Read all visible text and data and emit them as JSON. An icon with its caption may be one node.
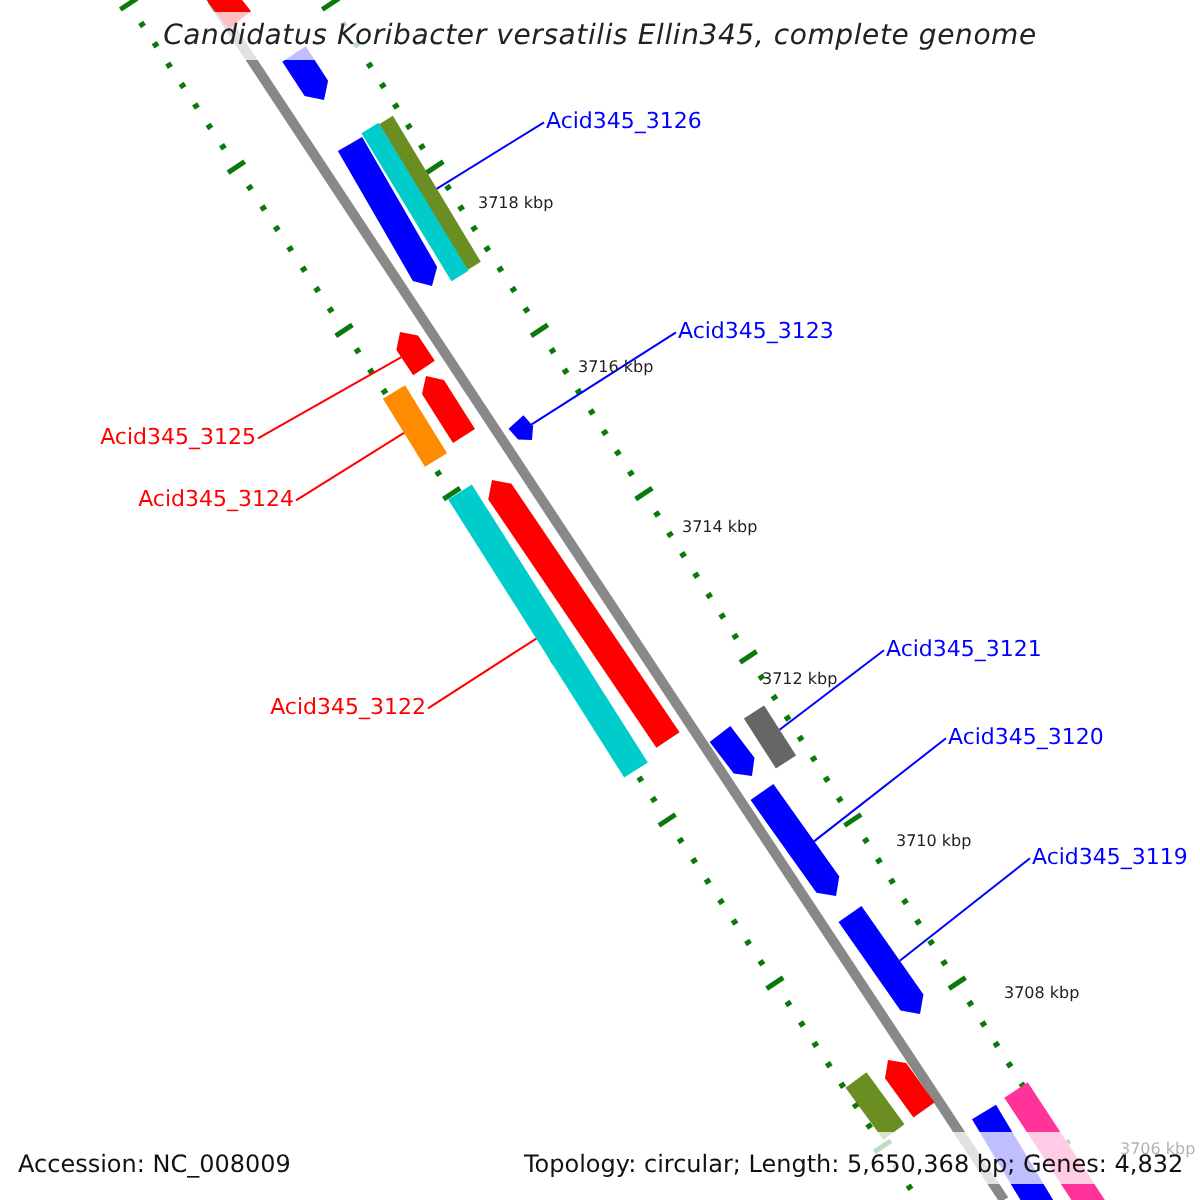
{
  "diagram": {
    "title": "Candidatus Koribacter versatilis Ellin345, complete genome",
    "nodes": [
      {
        "text": [],
        "shape": "bar"
      },
      {
        "text": [],
        "shape": "bar"
      },
      {
        "text": [
          "Acid345_3126"
        ]
      },
      {
        "text": [],
        "shape": "bar"
      },
      {
        "text": [],
        "shape": "bar"
      },
      {
        "text": [],
        "shape": "bar"
      },
      {
        "text": [
          "Acid345_3123"
        ]
      },
      {
        "text": [],
        "shape": "bar"
      },
      {
        "text": [],
        "shape": "bar"
      },
      {
        "text": [],
        "shape": "bar"
      },
      {
        "text": [
          "Acid345_3125"
        ]
      },
      {
        "text": [],
        "shape": "bar"
      },
      {
        "text": [],
        "shape": "bar"
      },
      {
        "text": [],
        "shape": "bar"
      },
      {
        "text": [
          "Acid345_3124"
        ]
      },
      {
        "text": [
          "Acid345_3121"
        ]
      },
      {
        "text": [],
        "shape": "bar"
      },
      {
        "text": [
          "Acid345_3122"
        ]
      },
      {
        "text": [],
        "shape": "bar"
      },
      {
        "text": [
          "Acid345_3120"
        ]
      },
      {
        "text": [],
        "shape": "bar"
      },
      {
        "text": [
          "Acid345_3119"
        ]
      },
      {
        "text": [],
        "shape": "bar"
      },
      {
        "text": [],
        "shape": "bar"
      },
      {
        "text": [],
        "shape": "bar"
      },
      {
        "text": [],
        "shape": "bar"
      },
      {
        "text": [],
        "shape": "bar"
      }
    ],
    "edges": [
      {
        "from": 2,
        "to": 3,
        "arrow": "none"
      },
      {
        "from": 6,
        "to": 11,
        "arrow": "none"
      },
      {
        "from": 10,
        "to": 7,
        "arrow": "none",
        "color": "#ff0000"
      },
      {
        "from": 14,
        "to": 9,
        "arrow": "none",
        "color": "#ff0000"
      },
      {
        "from": 15,
        "to": 16,
        "arrow": "none"
      },
      {
        "from": 17,
        "to": 13,
        "arrow": "none",
        "color": "#ff0000"
      },
      {
        "from": 19,
        "to": 20,
        "arrow": "none"
      },
      {
        "from": 21,
        "to": 22,
        "arrow": "none"
      }
    ],
    "labels": [
      "3718 kbp",
      "3716 kbp",
      "3714 kbp",
      "3712 kbp",
      "3710 kbp",
      "3708 kbp",
      "3706 kbp",
      "Accession: NC_008009",
      "Topology: circular; Length: 5,650,368 bp; Genes: 4,832"
    ]
  }
}
